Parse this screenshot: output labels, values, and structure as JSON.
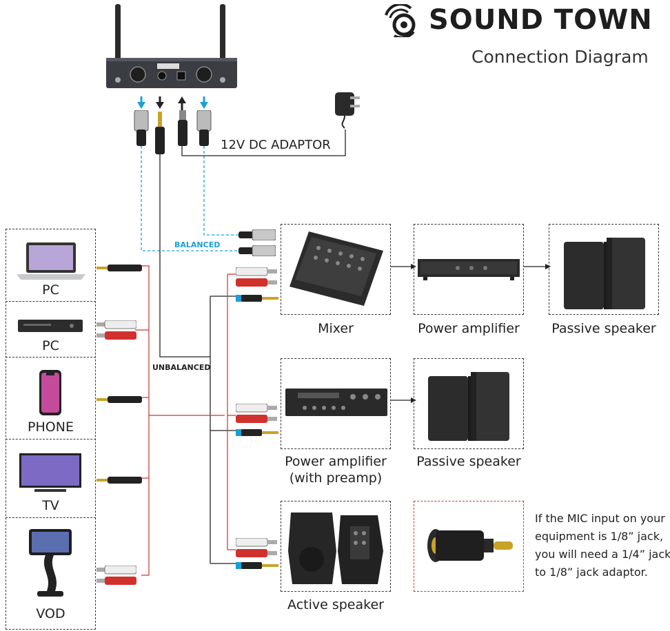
{
  "brand": {
    "name": "SOUND TOWN",
    "subtitle": "Connection Diagram"
  },
  "labels": {
    "dc_adaptor": "12V DC ADAPTOR",
    "balanced": "BALANCED",
    "unbalanced": "UNBALANCED"
  },
  "sources": [
    {
      "label": "PC"
    },
    {
      "label": "PC"
    },
    {
      "label": "PHONE"
    },
    {
      "label": "TV"
    },
    {
      "label": "VOD"
    }
  ],
  "outputs": {
    "mixer": "Mixer",
    "power_amplifier": "Power amplifier",
    "passive_speaker_1": "Passive speaker",
    "amp_preamp_line1": "Power amplifier",
    "amp_preamp_line2": "(with preamp)",
    "passive_speaker_2": "Passive speaker",
    "active_speaker": "Active speaker"
  },
  "note": "If the MIC input on your equipment is 1/8” jack, you will need a 1/4” jack to 1/8” jack adaptor.",
  "colors": {
    "balanced": "#1a9fd8",
    "unbalanced": "#d0312d",
    "line": "#222222"
  }
}
